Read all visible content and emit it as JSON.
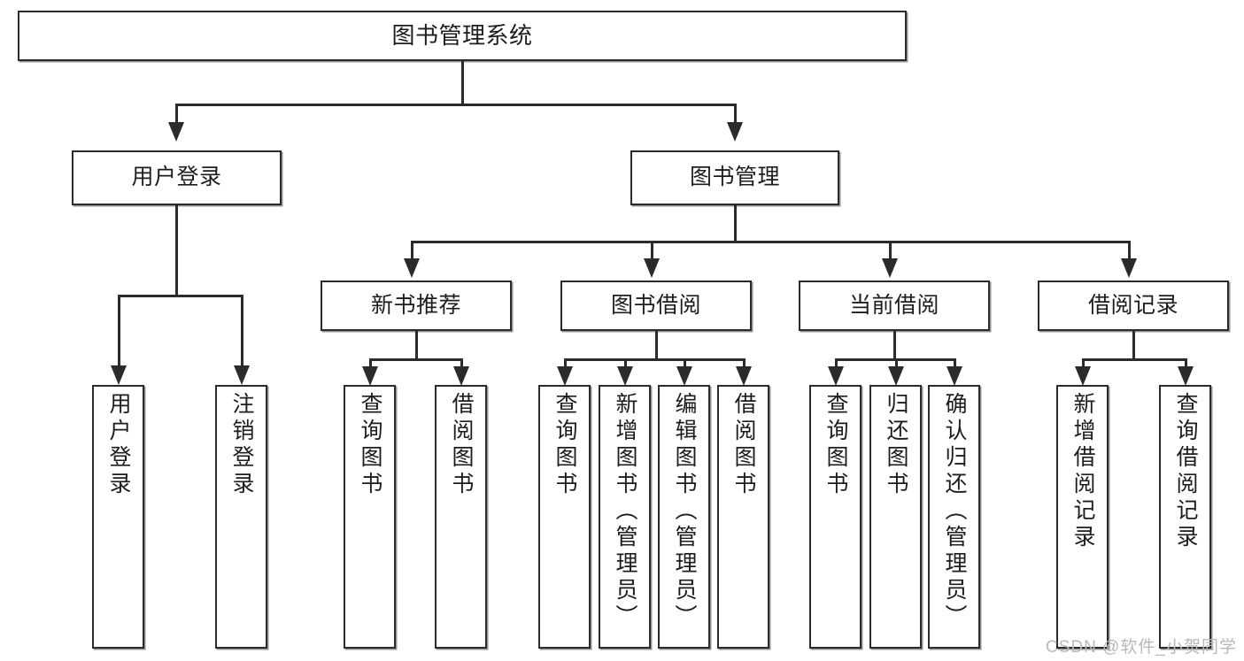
{
  "diagram": {
    "title": "图书管理系统",
    "type": "hierarchy-tree",
    "root": {
      "label": "图书管理系统"
    },
    "level2": [
      {
        "label": "用户登录"
      },
      {
        "label": "图书管理"
      }
    ],
    "level3": [
      {
        "label": "新书推荐"
      },
      {
        "label": "图书借阅"
      },
      {
        "label": "当前借阅"
      },
      {
        "label": "借阅记录"
      }
    ],
    "leaves": {
      "user_login": [
        {
          "label": "用户登录"
        },
        {
          "label": "注销登录"
        }
      ],
      "new_book_recommend": [
        {
          "label": "查询图书"
        },
        {
          "label": "借阅图书"
        }
      ],
      "book_borrow": [
        {
          "label": "查询图书"
        },
        {
          "label": "新增图书（管理员）"
        },
        {
          "label": "编辑图书（管理员）"
        },
        {
          "label": "借阅图书"
        }
      ],
      "current_borrow": [
        {
          "label": "查询图书"
        },
        {
          "label": "归还图书"
        },
        {
          "label": "确认归还（管理员）"
        }
      ],
      "borrow_records": [
        {
          "label": "新增借阅记录"
        },
        {
          "label": "查询借阅记录"
        }
      ]
    }
  },
  "watermark": {
    "text": "CSDN @软件_小贺同学"
  },
  "colors": {
    "stroke": "#2b2b2b",
    "background": "#ffffff",
    "text": "#1d1d1d",
    "watermark": "#b9b9b9"
  }
}
